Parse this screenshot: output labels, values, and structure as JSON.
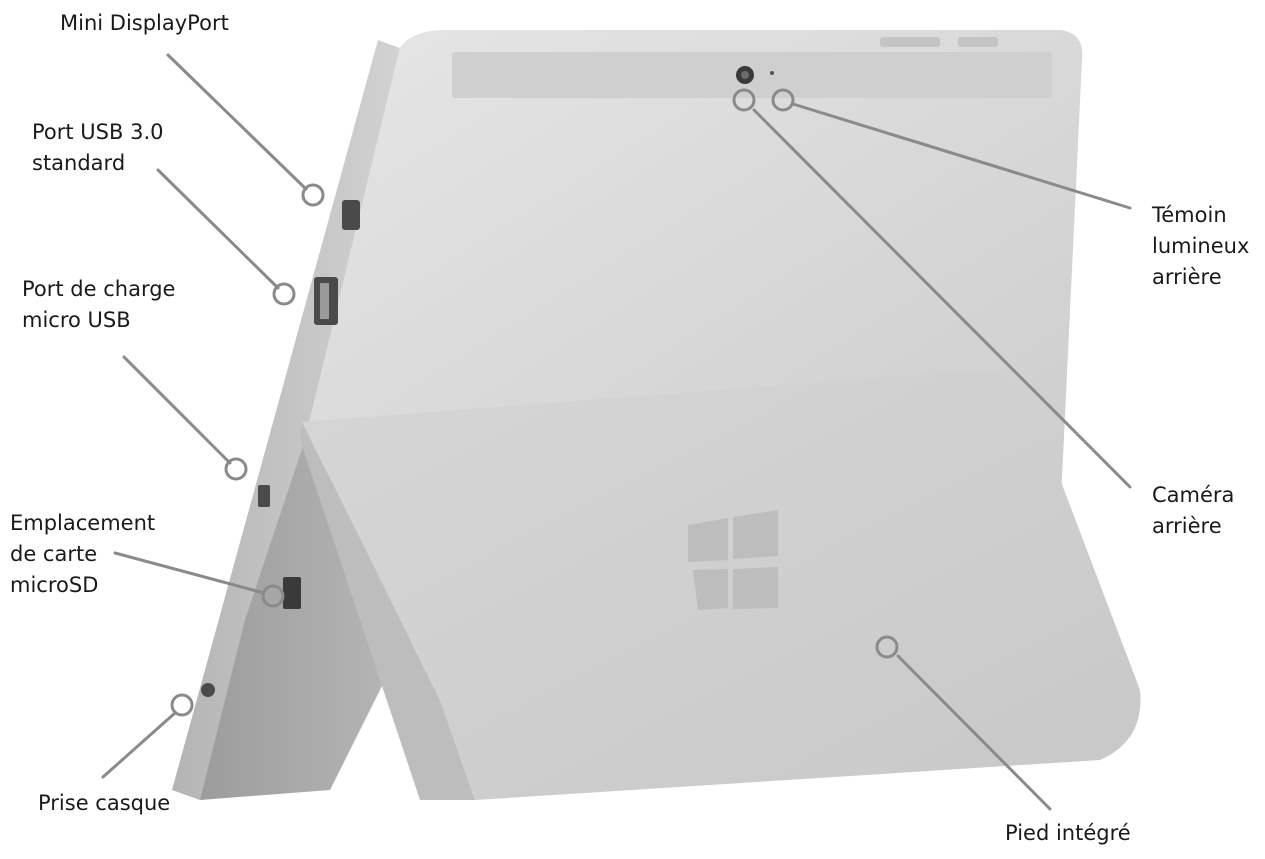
{
  "labels": {
    "mini_displayport": [
      "Mini DisplayPort"
    ],
    "usb_port": [
      "Port USB 3.0",
      "standard"
    ],
    "charging_port": [
      "Port de charge",
      "micro USB"
    ],
    "microsd_slot": [
      "Emplacement",
      "de carte",
      "microSD"
    ],
    "headphone_jack": [
      "Prise casque"
    ],
    "rear_led": [
      "Témoin",
      "lumineux",
      "arrière"
    ],
    "rear_camera": [
      "Caméra",
      "arrière"
    ],
    "kickstand": [
      "Pied intégré"
    ]
  },
  "colors": {
    "leader_line": "#8a8a8a",
    "callout_ring": "#8a8a8a",
    "text": "#1a1a1a",
    "device_body": "#d8d8d8",
    "device_edge": "#bdbdbd",
    "kickstand": "#cfcfcf",
    "logo": "#b8b8b8"
  }
}
